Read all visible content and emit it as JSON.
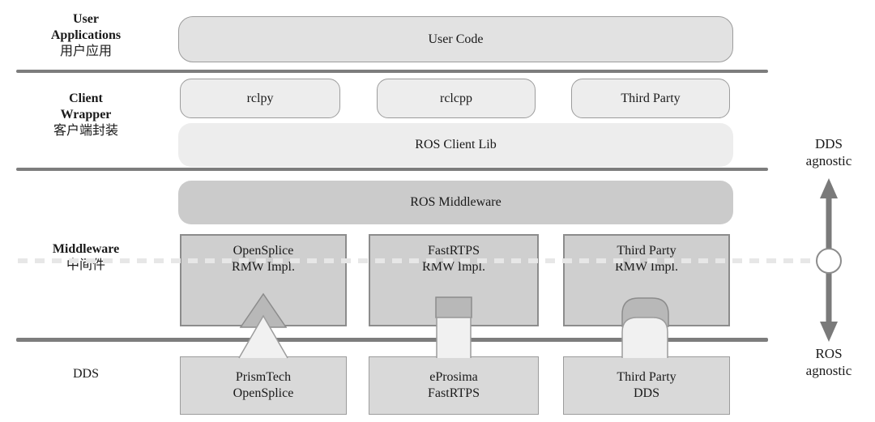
{
  "colors": {
    "c-line": "#7d7d7d",
    "c-arrow": "#7a7a7a",
    "c-dash": "#e7e7e7",
    "c-box-border": "#9c9c9c",
    "c-box-border-dark": "#8c8c8c",
    "c-box-lightest": "#ededed",
    "c-box-light": "#e2e2e2",
    "c-box-mid": "#cbcbcb",
    "c-box-rmw": "#cfcfcf",
    "c-box-dds": "#d9d9d9",
    "c-tab-dark": "#b8b8b8",
    "c-tab-light": "#f1f1f1",
    "c-text": "#1a1a1a"
  },
  "side_labels": {
    "user_applications": {
      "line1": "User",
      "line2": "Applications",
      "zh": "用户应用"
    },
    "client_wrapper": {
      "line1": "Client",
      "line2": "Wrapper",
      "zh": "客户端封装"
    },
    "middleware": {
      "line1": "Middleware",
      "zh": "中间件"
    },
    "dds": {
      "line1": "DDS"
    }
  },
  "boxes": {
    "user_code": "User Code",
    "client_small": [
      "rclpy",
      "rclcpp",
      "Third Party"
    ],
    "ros_client_lib": "ROS Client Lib",
    "ros_middleware": "ROS Middleware",
    "rmw": [
      {
        "line1": "OpenSplice",
        "line2": "RMW Impl."
      },
      {
        "line1": "FastRTPS",
        "line2": "RMW Impl."
      },
      {
        "line1": "Third Party",
        "line2": "RMW Impl."
      }
    ],
    "dds_impl": [
      {
        "line1": "PrismTech",
        "line2": "OpenSplice"
      },
      {
        "line1": "eProsima",
        "line2": "FastRTPS"
      },
      {
        "line1": "Third Party",
        "line2": "DDS"
      }
    ]
  },
  "connectors": [
    "triangle",
    "square",
    "dome"
  ],
  "right_annotations": {
    "top": {
      "line1": "DDS",
      "line2": "agnostic"
    },
    "bottom": {
      "line1": "ROS",
      "line2": "agnostic"
    }
  }
}
